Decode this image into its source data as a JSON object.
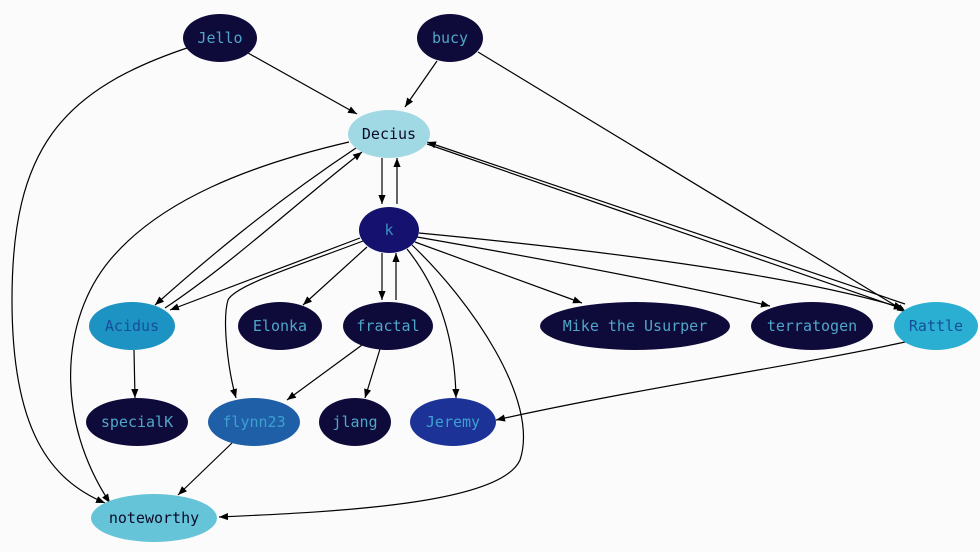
{
  "nodes": [
    {
      "id": "Jello",
      "label": "Jello",
      "fill": "#0e0b3a",
      "text_color": "#4fa6c8"
    },
    {
      "id": "bucy",
      "label": "bucy",
      "fill": "#0e0b3a",
      "text_color": "#4fa6c8"
    },
    {
      "id": "Decius",
      "label": "Decius",
      "fill": "#a0d8e4",
      "text_color": "#0b0b2a"
    },
    {
      "id": "k",
      "label": "k",
      "fill": "#14126e",
      "text_color": "#3a8fbe"
    },
    {
      "id": "Acidus",
      "label": "Acidus",
      "fill": "#1c93c3",
      "text_color": "#14509a"
    },
    {
      "id": "Elonka",
      "label": "Elonka",
      "fill": "#0e0b3a",
      "text_color": "#4fa6c8"
    },
    {
      "id": "fractal",
      "label": "fractal",
      "fill": "#0e0b3a",
      "text_color": "#4fa6c8"
    },
    {
      "id": "Mike",
      "label": "Mike the Usurper",
      "fill": "#0e0b3a",
      "text_color": "#4fa6c8"
    },
    {
      "id": "terratogen",
      "label": "terratogen",
      "fill": "#0e0b3a",
      "text_color": "#4fa6c8"
    },
    {
      "id": "Rattle",
      "label": "Rattle",
      "fill": "#2aaed2",
      "text_color": "#14509a"
    },
    {
      "id": "specialK",
      "label": "specialK",
      "fill": "#0e0b3a",
      "text_color": "#4fa6c8"
    },
    {
      "id": "flynn23",
      "label": "flynn23",
      "fill": "#1e5fa8",
      "text_color": "#3fa0d0"
    },
    {
      "id": "jlang",
      "label": "jlang",
      "fill": "#0e0b3a",
      "text_color": "#4fa6c8"
    },
    {
      "id": "Jeremy",
      "label": "Jeremy",
      "fill": "#1c3296",
      "text_color": "#3fa0d0"
    },
    {
      "id": "noteworthy",
      "label": "noteworthy",
      "fill": "#66c4d8",
      "text_color": "#0b0b2a"
    }
  ],
  "edges": [
    {
      "from": "Jello",
      "to": "Decius"
    },
    {
      "from": "Jello",
      "to": "noteworthy"
    },
    {
      "from": "bucy",
      "to": "Decius"
    },
    {
      "from": "bucy",
      "to": "Rattle"
    },
    {
      "from": "Decius",
      "to": "k"
    },
    {
      "from": "Decius",
      "to": "Acidus"
    },
    {
      "from": "Decius",
      "to": "Rattle"
    },
    {
      "from": "Decius",
      "to": "noteworthy"
    },
    {
      "from": "k",
      "to": "Decius"
    },
    {
      "from": "k",
      "to": "Acidus"
    },
    {
      "from": "k",
      "to": "Elonka"
    },
    {
      "from": "k",
      "to": "fractal"
    },
    {
      "from": "k",
      "to": "Mike"
    },
    {
      "from": "k",
      "to": "terratogen"
    },
    {
      "from": "k",
      "to": "Rattle"
    },
    {
      "from": "k",
      "to": "flynn23"
    },
    {
      "from": "k",
      "to": "Jeremy"
    },
    {
      "from": "k",
      "to": "noteworthy"
    },
    {
      "from": "Acidus",
      "to": "Decius"
    },
    {
      "from": "Acidus",
      "to": "specialK"
    },
    {
      "from": "fractal",
      "to": "k"
    },
    {
      "from": "fractal",
      "to": "flynn23"
    },
    {
      "from": "fractal",
      "to": "jlang"
    },
    {
      "from": "Rattle",
      "to": "Decius"
    },
    {
      "from": "Rattle",
      "to": "Jeremy"
    },
    {
      "from": "flynn23",
      "to": "noteworthy"
    }
  ]
}
